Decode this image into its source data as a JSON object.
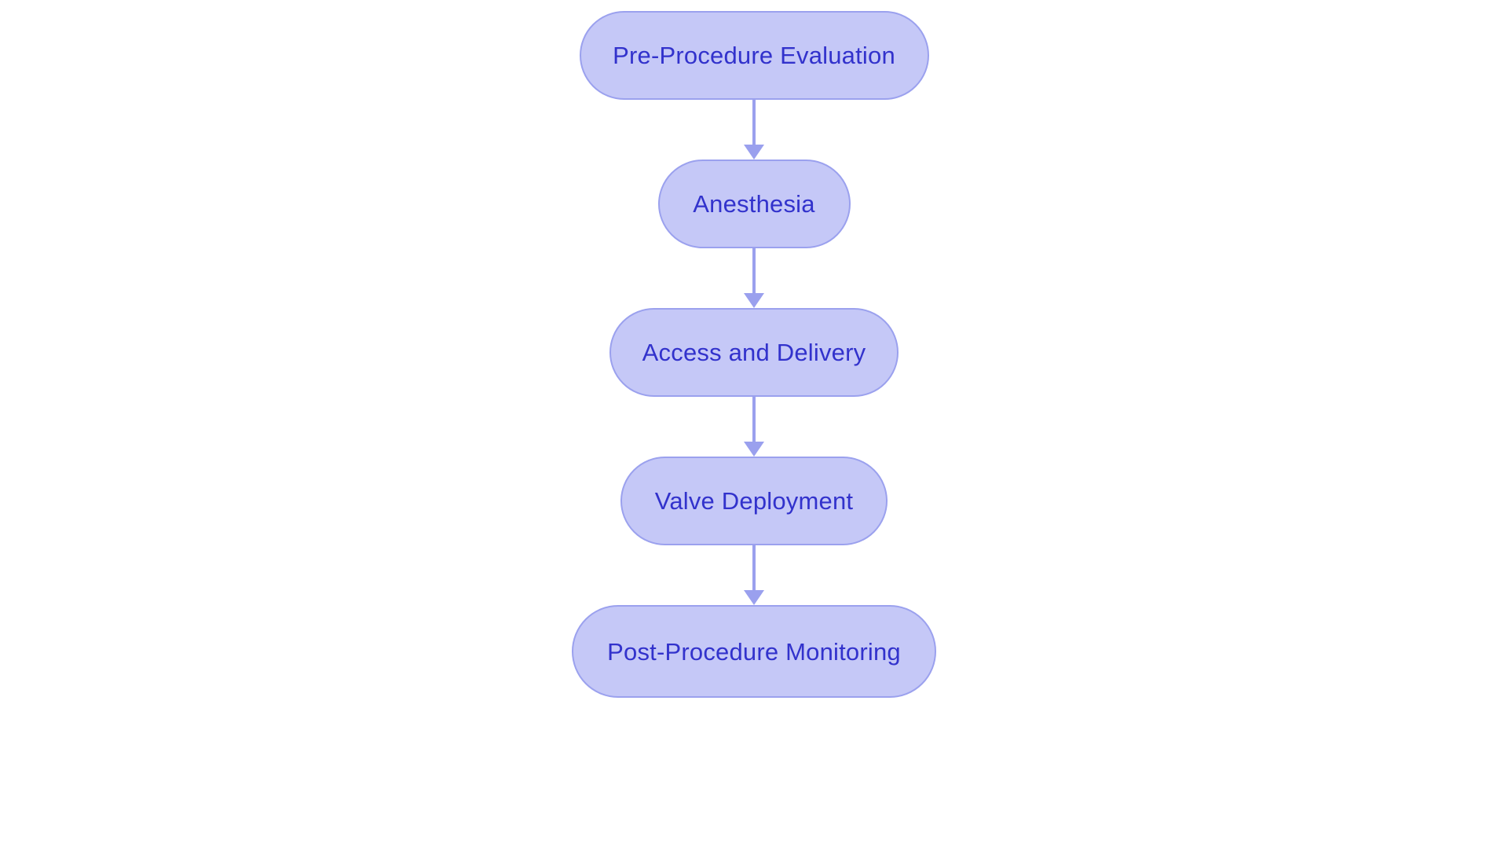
{
  "diagram": {
    "type": "flowchart",
    "orientation": "top-to-bottom",
    "title": "",
    "background_color": "#ffffff",
    "node_fill_color": "#c5c8f7",
    "node_border_color": "#9ba1ee",
    "node_text_color": "#3232cc",
    "connector_color": "#9aa0ee",
    "node_shape": "stadium",
    "nodes": [
      {
        "id": "pre-procedure-evaluation",
        "label": "Pre-Procedure Evaluation"
      },
      {
        "id": "anesthesia",
        "label": "Anesthesia"
      },
      {
        "id": "access-and-delivery",
        "label": "Access and Delivery"
      },
      {
        "id": "valve-deployment",
        "label": "Valve Deployment"
      },
      {
        "id": "post-procedure-monitoring",
        "label": "Post-Procedure Monitoring"
      }
    ],
    "edges": [
      {
        "from": "pre-procedure-evaluation",
        "to": "anesthesia",
        "label": "",
        "arrow": "arrow-down-icon"
      },
      {
        "from": "anesthesia",
        "to": "access-and-delivery",
        "label": "",
        "arrow": "arrow-down-icon"
      },
      {
        "from": "access-and-delivery",
        "to": "valve-deployment",
        "label": "",
        "arrow": "arrow-down-icon"
      },
      {
        "from": "valve-deployment",
        "to": "post-procedure-monitoring",
        "label": "",
        "arrow": "arrow-down-icon"
      }
    ]
  }
}
